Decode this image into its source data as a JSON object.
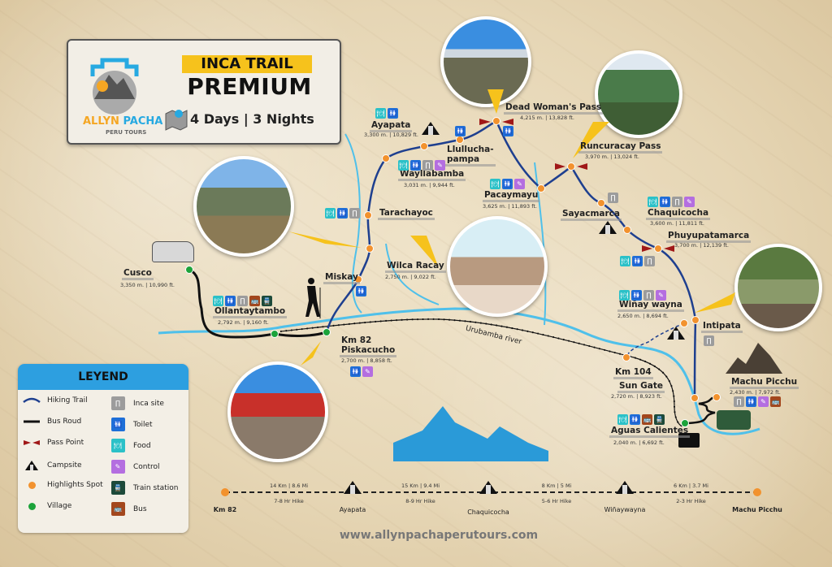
{
  "header": {
    "brand": "ALLYN",
    "brand2": "PACHA",
    "brand_sub": "PERU TOURS",
    "banner": "INCA TRAIL",
    "title": "PREMIUM",
    "duration": "4 Days | 3 Nights",
    "map_icon": "map-pin-icon"
  },
  "colors": {
    "hiking_trail": "#1e3f8f",
    "bus_road": "#111111",
    "river": "#4fc0ea",
    "highlight": "#f2922e",
    "village": "#1ca33a",
    "banner": "#f6c21c",
    "legend_header": "#2d9fe0",
    "food": "#2bc1c8",
    "toilet": "#1e6fd8",
    "inca_site": "#9c9c9c",
    "control": "#b46ee0",
    "train_station": "#1d4a3a",
    "bus": "#a3471d"
  },
  "places": [
    {
      "name": "Cusco",
      "alt": "3,350 m. | 10,990 ft.",
      "type": "village",
      "icons": []
    },
    {
      "name": "Ollantaytambo",
      "alt": "2,792 m. | 9,160 ft.",
      "type": "village",
      "icons": [
        "food",
        "toilet",
        "inca",
        "bus",
        "train"
      ]
    },
    {
      "name": "Km 82\nPiskacucho",
      "alt": "2,700 m. | 8,858 ft.",
      "type": "village",
      "icons": [
        "toilet",
        "control"
      ]
    },
    {
      "name": "Miskay",
      "alt": "",
      "type": "highlight",
      "icons": [
        "toilet"
      ]
    },
    {
      "name": "Wilca Racay",
      "alt": "2,750 m. | 9,022 ft.",
      "type": "highlight",
      "icons": []
    },
    {
      "name": "Tarachayoc",
      "alt": "",
      "type": "highlight",
      "icons": [
        "food",
        "toilet",
        "inca"
      ]
    },
    {
      "name": "Wayllabamba",
      "alt": "3,031 m. | 9,944 ft.",
      "type": "highlight",
      "icons": [
        "food",
        "toilet",
        "inca",
        "control"
      ]
    },
    {
      "name": "Ayapata",
      "alt": "3,300 m. | 10,829 ft.",
      "type": "highlight",
      "icons": [
        "food",
        "toilet"
      ]
    },
    {
      "name": "Llullucha-\npampa",
      "alt": "",
      "type": "highlight",
      "icons": [
        "toilet"
      ]
    },
    {
      "name": "Dead Woman's Pass",
      "alt": "4,215 m. | 13,828 ft.",
      "type": "pass",
      "icons": [
        "toilet"
      ]
    },
    {
      "name": "Pacaymayu",
      "alt": "3,625 m. | 11,893 ft.",
      "type": "highlight",
      "icons": [
        "food",
        "toilet",
        "control"
      ]
    },
    {
      "name": "Runcuracay Pass",
      "alt": "3,970 m. | 13,024 ft.",
      "type": "pass",
      "icons": []
    },
    {
      "name": "Sayacmarca",
      "alt": "",
      "type": "highlight",
      "icons": [
        "inca"
      ]
    },
    {
      "name": "Chaquicocha",
      "alt": "3,600 m. | 11,811 ft.",
      "type": "highlight",
      "icons": [
        "food",
        "toilet",
        "inca",
        "control"
      ]
    },
    {
      "name": "Phuyupatamarca",
      "alt": "3,700 m. | 12,139 ft.",
      "type": "pass",
      "icons": [
        "food",
        "toilet",
        "inca"
      ]
    },
    {
      "name": "Wiñay wayna",
      "alt": "2,650 m. | 8,694 ft.",
      "type": "highlight",
      "icons": [
        "food",
        "toilet",
        "inca",
        "control"
      ]
    },
    {
      "name": "Intipata",
      "alt": "",
      "type": "highlight",
      "icons": [
        "inca"
      ]
    },
    {
      "name": "Km 104",
      "alt": "",
      "type": "highlight",
      "icons": []
    },
    {
      "name": "Sun Gate",
      "alt": "2,720 m. | 8,923 ft.",
      "type": "highlight",
      "icons": []
    },
    {
      "name": "Machu Picchu",
      "alt": "2,430 m. | 7,972 ft.",
      "type": "highlight",
      "icons": [
        "inca",
        "toilet",
        "control",
        "bus"
      ]
    },
    {
      "name": "Aguas Calientes",
      "alt": "2,040 m. | 6,692 ft.",
      "type": "village",
      "icons": [
        "food",
        "toilet",
        "bus",
        "train"
      ]
    }
  ],
  "river_label": "Urubamba river",
  "legend": {
    "title": "LEYEND",
    "items": [
      {
        "label": "Hiking Trail",
        "icon": "hiking-trail-line"
      },
      {
        "label": "Bus Roud",
        "icon": "bus-road-line"
      },
      {
        "label": "Pass Point",
        "icon": "pass-point-icon"
      },
      {
        "label": "Campsite",
        "icon": "tent-icon"
      },
      {
        "label": "Highlights Spot",
        "icon": "orange-dot"
      },
      {
        "label": "Village",
        "icon": "green-dot"
      },
      {
        "label": "Inca site",
        "icon": "inca-site-icon"
      },
      {
        "label": "Toilet",
        "icon": "toilet-icon"
      },
      {
        "label": "Food",
        "icon": "food-icon"
      },
      {
        "label": "Control",
        "icon": "control-ticket-icon"
      },
      {
        "label": "Train station",
        "icon": "train-icon"
      },
      {
        "label": "Bus",
        "icon": "bus-icon"
      }
    ]
  },
  "timeline": {
    "stops": [
      {
        "name": "Km 82"
      },
      {
        "name": "Ayapata"
      },
      {
        "name": "Chaquicocha"
      },
      {
        "name": "Wiñaywayna"
      },
      {
        "name": "Machu Picchu"
      }
    ],
    "segments": [
      {
        "distance": "14 Km | 8.6 Mi",
        "time": "7-8 Hr Hike"
      },
      {
        "distance": "15 Km | 9.4 Mi",
        "time": "8-9 Hr Hike"
      },
      {
        "distance": "8 Km | 5 Mi",
        "time": "5-6 Hr Hike"
      },
      {
        "distance": "6 Km | 3.7 Mi",
        "time": "2-3 Hr Hike"
      }
    ]
  },
  "website": "www.allynpachaperutours.com"
}
